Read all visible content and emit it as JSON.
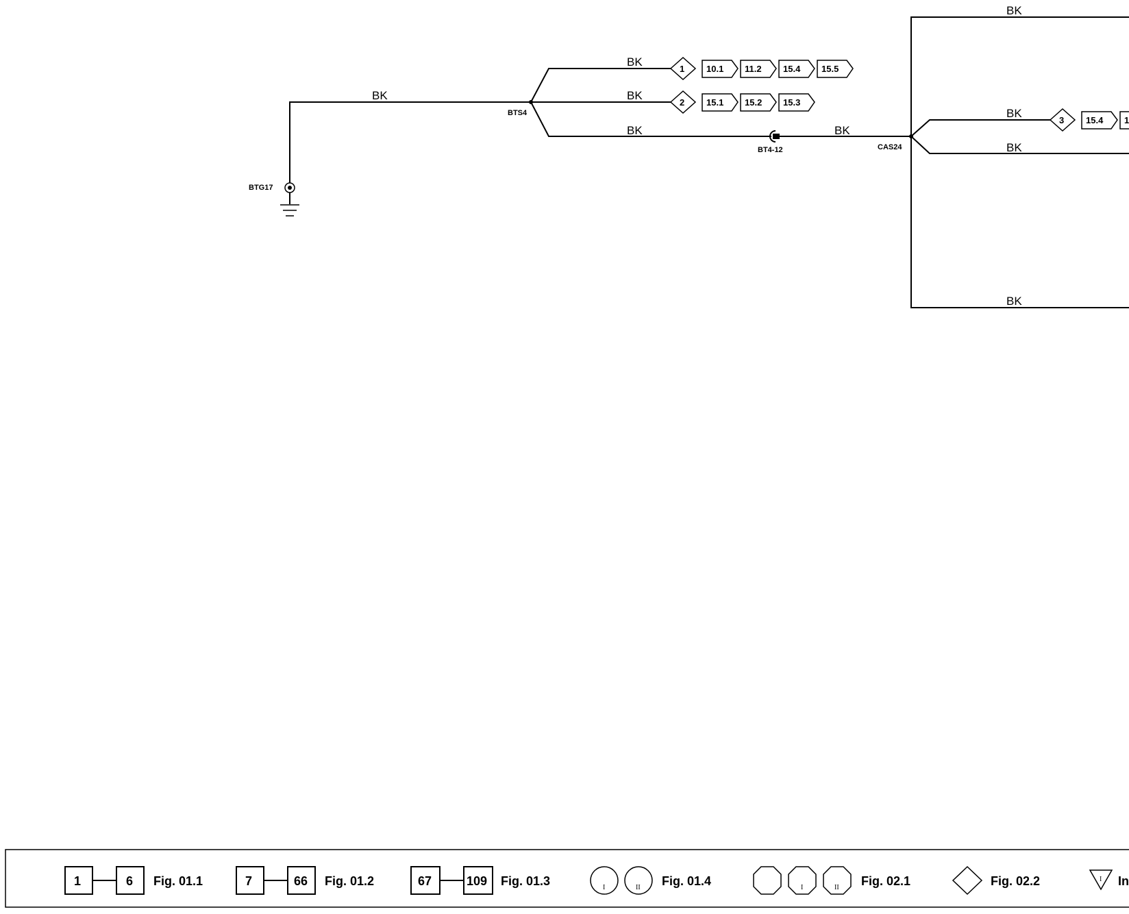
{
  "wires": {
    "ground_wire": "BK",
    "branch_top": "BK",
    "branch_mid": "BK",
    "branch_low": "BK",
    "after_connector": "BK",
    "right_top": "BK",
    "right_branch_a": "BK",
    "right_branch_b": "BK",
    "right_bottom": "BK"
  },
  "components": {
    "ground": "BTG17",
    "splice_left": "BTS4",
    "connector": "BT4-12",
    "splice_right": "CAS24"
  },
  "refs": {
    "row1": {
      "node": "1",
      "tags": [
        "10.1",
        "11.2",
        "15.4",
        "15.5"
      ]
    },
    "row2": {
      "node": "2",
      "tags": [
        "15.1",
        "15.2",
        "15.3"
      ]
    },
    "row3": {
      "node": "3",
      "tags": [
        "15.4",
        "1"
      ]
    }
  },
  "legend": {
    "g1": {
      "from": "1",
      "to": "6",
      "fig": "Fig. 01.1"
    },
    "g2": {
      "from": "7",
      "to": "66",
      "fig": "Fig. 01.2"
    },
    "g3": {
      "from": "67",
      "to": "109",
      "fig": "Fig. 01.3"
    },
    "g4": {
      "sym1": "I",
      "sym2": "II",
      "fig": "Fig. 01.4"
    },
    "g5": {
      "sym1": "I",
      "sym2": "II",
      "fig": "Fig. 02.1"
    },
    "g6": {
      "fig": "Fig. 02.2"
    },
    "g7": {
      "sym": "I",
      "fig": "In"
    }
  }
}
